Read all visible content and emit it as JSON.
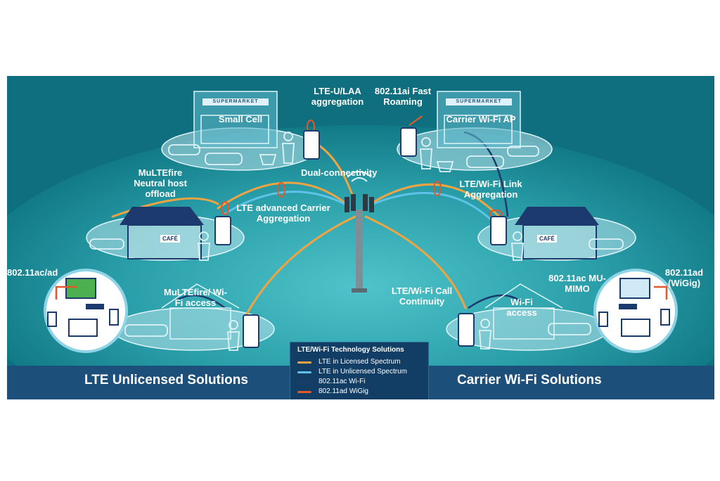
{
  "colors": {
    "background": "#0f6f7e",
    "footer_band": "#1c4f7a",
    "lte_licensed": "#f0a341",
    "lte_unlicensed": "#5fc3e8",
    "wifi_ac": "#1d3a6e",
    "wigig_ad": "#e2572b"
  },
  "labels": {
    "lte_u_laa": "LTE-U/LAA aggregation",
    "small_cell": "Small Cell",
    "dual_connectivity": "Dual-connectivity",
    "multefire_neutral": "MuLTEfire Neutral host offload",
    "lte_advanced_ca": "LTE advanced Carrier Aggregation",
    "ac_ad_left": "802.11ac/ad",
    "multefire_wifi": "MuLTEfire/ Wi-Fi access",
    "fast_roaming": "802.11ai Fast Roaming",
    "carrier_wifi_ap": "Carrier Wi-Fi AP",
    "lte_wifi_link": "LTE/Wi-Fi Link Aggregation",
    "mu_mimo": "802.11ac MU-MIMO",
    "wigig": "802.11ad (WiGig)",
    "call_continuity": "LTE/Wi-Fi Call Continuity",
    "wifi_access": "Wi-Fi access"
  },
  "signs": {
    "supermarket_left": "SUPERMARKET",
    "supermarket_right": "SUPERMARKET",
    "cafe_left": "CAFÉ",
    "cafe_right": "CAFÉ"
  },
  "footer": {
    "left_title": "LTE Unlicensed Solutions",
    "right_title": "Carrier Wi-Fi Solutions"
  },
  "legend": {
    "title": "LTE/Wi-Fi Technology Solutions",
    "items": [
      {
        "label": "LTE in Licensed Spectrum",
        "color": "#f0a341"
      },
      {
        "label": "LTE in Unlicensed Spectrum",
        "color": "#5fc3e8"
      },
      {
        "label": "802.11ac Wi-Fi",
        "color": "#1d3a6e"
      },
      {
        "label": "802.11ad WiGig",
        "color": "#e2572b"
      }
    ]
  },
  "icons": [
    "cell-tower-icon",
    "smartphone-icon",
    "supermarket-icon",
    "cafe-icon",
    "house-icon",
    "car-icon",
    "shopping-cart-icon",
    "person-icon",
    "tv-icon",
    "router-icon"
  ]
}
